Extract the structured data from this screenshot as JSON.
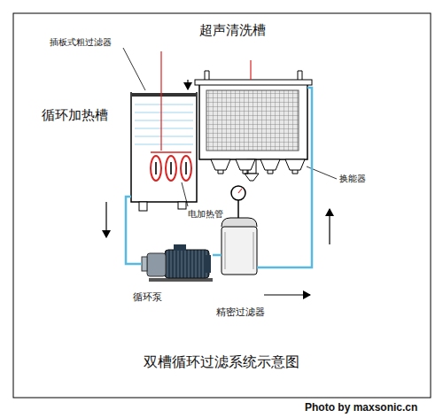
{
  "diagram": {
    "title": "双槽循环过滤系统示意图",
    "nodes": [
      {
        "text": [
          "超声清洗槽"
        ]
      },
      {
        "text": [
          "循环加热槽"
        ]
      },
      {
        "text": [
          "循环泵"
        ]
      },
      {
        "text": [
          "精密过滤器"
        ]
      }
    ],
    "edges": [
      {
        "from": 1,
        "to": 2,
        "arrow": "none"
      },
      {
        "from": 2,
        "to": 3,
        "arrow": "none"
      },
      {
        "from": 3,
        "to": 0,
        "arrow": "none"
      }
    ],
    "labels": [
      "插板式粗过滤器",
      "换能器",
      "电加热管",
      "Photo by maxsonic.cn"
    ]
  }
}
